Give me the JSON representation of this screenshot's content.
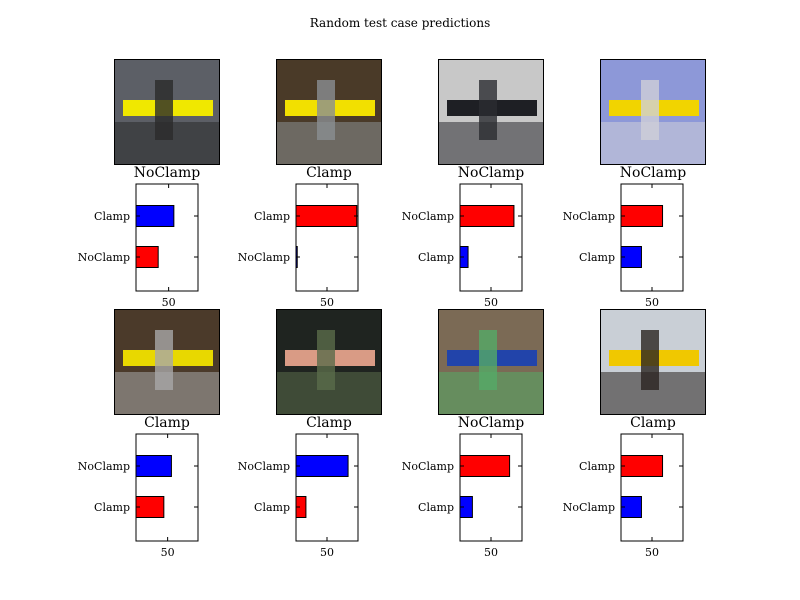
{
  "figure": {
    "title": "Random test case predictions"
  },
  "panels": [
    {
      "photo": "yellow-clamp-on-pavement",
      "true_label": "NoClamp",
      "palette": [
        "#5c5f66",
        "#f0e800",
        "#2a2a2a"
      ]
    },
    {
      "photo": "yellow-pipe-in-soil-with-stand",
      "true_label": "Clamp",
      "palette": [
        "#4a3a28",
        "#f2e000",
        "#8a8f92"
      ]
    },
    {
      "photo": "black-pipe-fitting",
      "true_label": "NoClamp",
      "palette": [
        "#c8c8c8",
        "#1e1f24",
        "#2b2c31"
      ]
    },
    {
      "photo": "yellow-pipe-on-white-sheet",
      "true_label": "NoClamp",
      "palette": [
        "#8d98d8",
        "#f1d400",
        "#cfcfd8"
      ]
    },
    {
      "photo": "clamp-with-metal-bracket",
      "true_label": "Clamp",
      "palette": [
        "#4b3a2a",
        "#e8d800",
        "#a8a8a8"
      ]
    },
    {
      "photo": "cables-and-measuring-tape",
      "true_label": "Clamp",
      "palette": [
        "#1f2420",
        "#d99b85",
        "#5a6b4a"
      ]
    },
    {
      "photo": "blue-coupling-in-trench",
      "true_label": "NoClamp",
      "palette": [
        "#7b6a55",
        "#2244aa",
        "#55aa66"
      ]
    },
    {
      "photo": "yellow-clamp-with-black-hoses",
      "true_label": "Clamp",
      "palette": [
        "#c9cfd6",
        "#f0c800",
        "#2a2420"
      ]
    }
  ],
  "chart_data": [
    {
      "type": "bar",
      "orientation": "horizontal",
      "categories": [
        "NoClamp",
        "Clamp"
      ],
      "values": [
        34,
        58
      ],
      "colors": [
        "red",
        "blue"
      ],
      "xticks": [
        50
      ],
      "xlim": [
        0,
        95
      ],
      "title": "",
      "xlabel": "",
      "ylabel": ""
    },
    {
      "type": "bar",
      "orientation": "horizontal",
      "categories": [
        "NoClamp",
        "Clamp"
      ],
      "values": [
        2,
        98
      ],
      "colors": [
        "blue",
        "red"
      ],
      "xticks": [
        50
      ],
      "xlim": [
        0,
        100
      ],
      "title": "",
      "xlabel": "",
      "ylabel": ""
    },
    {
      "type": "bar",
      "orientation": "horizontal",
      "categories": [
        "Clamp",
        "NoClamp"
      ],
      "values": [
        13,
        87
      ],
      "colors": [
        "blue",
        "red"
      ],
      "xticks": [
        50
      ],
      "xlim": [
        0,
        100
      ],
      "title": "",
      "xlabel": "",
      "ylabel": ""
    },
    {
      "type": "bar",
      "orientation": "horizontal",
      "categories": [
        "Clamp",
        "NoClamp"
      ],
      "values": [
        33,
        67
      ],
      "colors": [
        "blue",
        "red"
      ],
      "xticks": [
        50
      ],
      "xlim": [
        0,
        100
      ],
      "title": "",
      "xlabel": "",
      "ylabel": ""
    },
    {
      "type": "bar",
      "orientation": "horizontal",
      "categories": [
        "Clamp",
        "NoClamp"
      ],
      "values": [
        44,
        56
      ],
      "colors": [
        "red",
        "blue"
      ],
      "xticks": [
        50
      ],
      "xlim": [
        0,
        98
      ],
      "title": "",
      "xlabel": "",
      "ylabel": ""
    },
    {
      "type": "bar",
      "orientation": "horizontal",
      "categories": [
        "Clamp",
        "NoClamp"
      ],
      "values": [
        16,
        84
      ],
      "colors": [
        "red",
        "blue"
      ],
      "xticks": [
        50
      ],
      "xlim": [
        0,
        100
      ],
      "title": "",
      "xlabel": "",
      "ylabel": ""
    },
    {
      "type": "bar",
      "orientation": "horizontal",
      "categories": [
        "Clamp",
        "NoClamp"
      ],
      "values": [
        20,
        80
      ],
      "colors": [
        "blue",
        "red"
      ],
      "xticks": [
        50
      ],
      "xlim": [
        0,
        100
      ],
      "title": "",
      "xlabel": "",
      "ylabel": ""
    },
    {
      "type": "bar",
      "orientation": "horizontal",
      "categories": [
        "NoClamp",
        "Clamp"
      ],
      "values": [
        33,
        67
      ],
      "colors": [
        "blue",
        "red"
      ],
      "xticks": [
        50
      ],
      "xlim": [
        0,
        100
      ],
      "title": "",
      "xlabel": "",
      "ylabel": ""
    }
  ]
}
